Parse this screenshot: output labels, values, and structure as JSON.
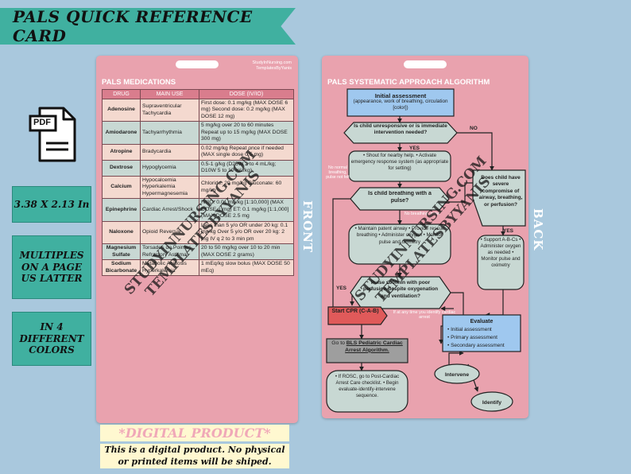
{
  "banner": {
    "title": "PALS QUICK REFERENCE CARD"
  },
  "left": {
    "pdf_label": "PDF",
    "size": "3.38 X 2.13 In",
    "multiples": "MULTIPLES ON A PAGE US LATTER",
    "colors": "IN 4 DIFFERENT COLORS"
  },
  "front": {
    "credit_line1": "StudyInNursing.com",
    "credit_line2": "TemplatesByYanis",
    "title": "PALS MEDICATIONS",
    "headers": [
      "DRUG",
      "MAIN USE",
      "DOSE (IV/IO)"
    ],
    "rows": [
      {
        "drug": "Adenosine",
        "use": "Supraventricular Tachycardia",
        "dose": "First dose: 0.1 mg/kg (MAX DOSE 6 mg) Second dose: 0.2 mg/kg (MAX DOSE 12 mg)"
      },
      {
        "drug": "Amiodarone",
        "use": "Tachyarrhythmia",
        "dose": "5 mg/kg over 20 to 60 minutes Repeat up to 15 mg/kg (MAX DOSE 300 mg)"
      },
      {
        "drug": "Atropine",
        "use": "Bradycardia",
        "dose": "0.02 mg/kg Repeat once if needed (MAX single dose 0.5 mg)"
      },
      {
        "drug": "Dextrose",
        "use": "Hypoglycemia",
        "dose": "0.5-1 g/kg (D25W 2 to 4 mL/kg; D10W 5 to 10 mL/kg)"
      },
      {
        "drug": "Calcium",
        "use": "Hypocalcemia Hyperkalemia Hypermagnesemia",
        "dose": "Chloride: 20 mg/kg Gluconate: 60 mg/kg"
      },
      {
        "drug": "Epinephrine",
        "use": "Cardiac Arrest/Shock",
        "dose": "IV/IO: 0.01 mg/kg [1:10,000] (MAX DOSE 1 mg) ET: 0.1 mg/kg [1:1,000] (MAX DOSE 2.5 mg"
      },
      {
        "drug": "Naloxone",
        "use": "Opioid Reversal",
        "dose": "Less than 5 y/o OR under 20 kg: 0.1 mg/kg Over 5 y/o OR over 20 kg: 2 mg IV q 2 to 3 min pm"
      },
      {
        "drug": "Magnesium Sulfate",
        "use": "Torsades de Pointes Refractory Asthma",
        "dose": "20 to 50 mg/kg over 10 to 20 min (MAX DOSE 2 grams)"
      },
      {
        "drug": "Sodium Bicarbonate",
        "use": "Metabolic Acidosis Hyperkalemia",
        "dose": "1 mEq/kg slow bolus (MAX DOSE 50 mEq)"
      }
    ],
    "watermark_line1": "STUDYINNURSING.COM",
    "watermark_line2": "TEMPLATESBYYANIS"
  },
  "labels": {
    "front": "FRONT",
    "back": "BACK"
  },
  "back": {
    "title": "PALS SYSTEMATIC APPROACH ALGORITHM",
    "initial_assessment_title": "Initial assessment",
    "initial_assessment_body": "(appearance, work of breathing, circulation [color])",
    "q1": "Is child unresponsive or is immediate intervention needed?",
    "yes": "YES",
    "no": "NO",
    "shout": "• Shout for nearby help. • Activate emergency response system (as appropriate for setting)",
    "no_normal": "No normal breathing, pulse not felt",
    "q2": "Is child breathing with a pulse?",
    "breathing_no_pulse": "No breathing, pulse",
    "maintain": "• Maintain patent airway • Provide rescue breathing • Administer oxygen • Monitor pulse and oximetry",
    "q3": "Pulse ≤60/min with poor perfusion despite oxygenation and ventilation?",
    "start_cpr": "Start CPR (C-A-B)",
    "any_time": "If at any time you identify cardiac arrest",
    "go_bls_prefix": "Go to",
    "go_bls_link": "BLS Pediatric Cardiac Arrest Algorithm.",
    "rosc": "• If ROSC, go to Post-Cardiac Arrest Care checklist. • Begin evaluate-identify-intervene sequence.",
    "q4": "Does child have severe compromise of airway, breathing, or perfusion?",
    "support": "• Support A-B-Cs • Administer oxygen as needed • Monitor pulse and oximetry",
    "evaluate_title": "Evaluate",
    "evaluate_items": [
      "• Initial assessment",
      "• Primary assessment",
      "• Secondary assessment"
    ],
    "intervene": "Intervene",
    "identify": "Identify",
    "watermark_line1": "STUDYINNURSING.COM",
    "watermark_line2": "TEMPLATESBYYANIS"
  },
  "bottom": {
    "digital": "*DIGITAL PRODUCT*",
    "disclaimer": "This is a digital product. No physical or printed items will be shiped."
  },
  "colors": {
    "background": "#a9c8dd",
    "teal": "#40b0a0",
    "card_pink": "#e9a2ae",
    "header_pink": "#d97d8d",
    "row_peach": "#f4d9cf",
    "row_sage": "#c8d8d3",
    "assessment_blue": "#9fc8ef",
    "cpr_red": "#e05a5a",
    "bls_gray": "#9e9e9e"
  }
}
